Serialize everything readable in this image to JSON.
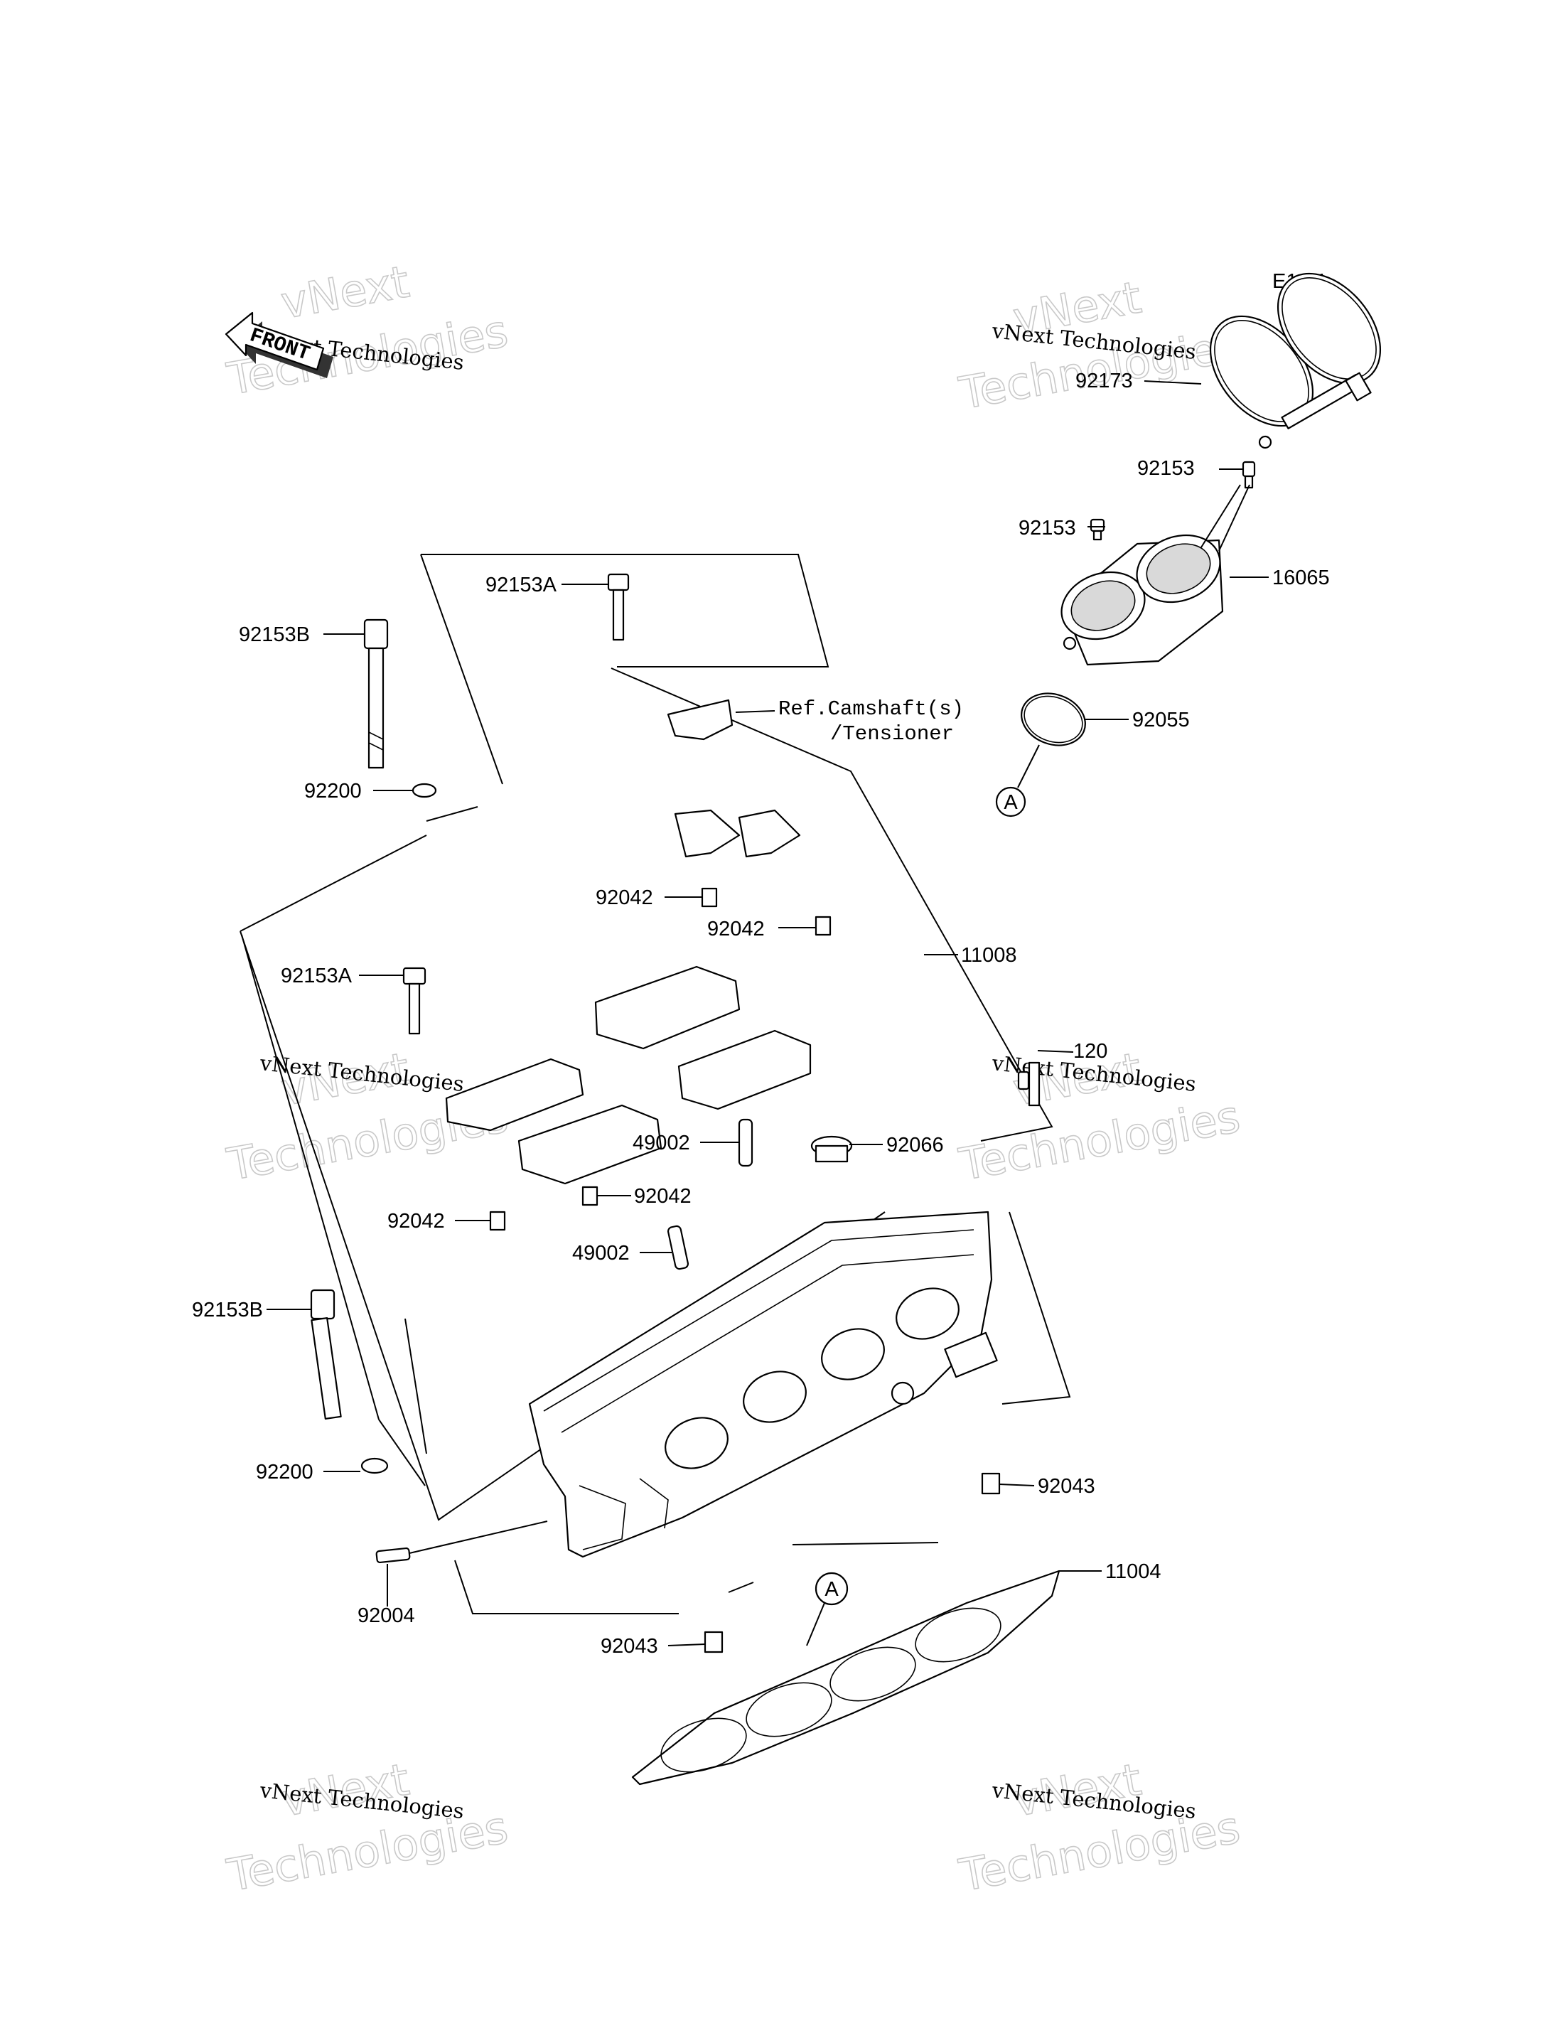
{
  "diagram_code": "E1111",
  "front_label": "FRONT",
  "watermark": {
    "line1": "vNext",
    "line2": "Technologies",
    "caption": "vNext Technologies"
  },
  "reference_note": {
    "line1": "Ref.Camshaft(s)",
    "line2": "/Tensioner"
  },
  "callout_marker": "A",
  "part_labels": {
    "p92173": "92173",
    "p92153_top": "92153",
    "p92153_mid": "92153",
    "p16065": "16065",
    "p92055": "92055",
    "p92153A_top": "92153A",
    "p92153B_top": "92153B",
    "p92200_top": "92200",
    "p92042_a": "92042",
    "p92042_b": "92042",
    "p11008": "11008",
    "p92153A_mid": "92153A",
    "p120": "120",
    "p49002_a": "49002",
    "p92066": "92066",
    "p92042_c": "92042",
    "p92042_d": "92042",
    "p49002_b": "49002",
    "p92153B_bottom": "92153B",
    "p92200_bottom": "92200",
    "p92043_right": "92043",
    "p11004": "11004",
    "p92004": "92004",
    "p92043_bottom": "92043"
  }
}
